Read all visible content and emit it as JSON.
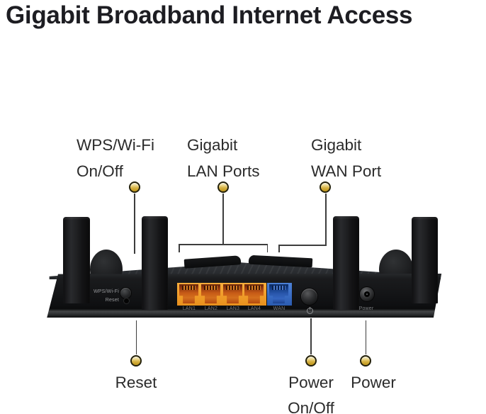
{
  "title": "Gigabit Broadband Internet Access",
  "colors": {
    "title_text": "#1d1d22",
    "callout_text": "#2b2b2b",
    "callout_dot_gold": "#d8b54a",
    "callout_line": "#3d3d3d",
    "lan_block_orange": "#f09d2a",
    "wan_block_blue": "#3a6cc4",
    "router_body_black": "#141517",
    "panel_label_gray": "#95979a"
  },
  "callouts_top": [
    {
      "id": "wps-wifi-on-off",
      "label_line1": "WPS/Wi-Fi",
      "label_line2": "On/Off"
    },
    {
      "id": "gigabit-lan-ports",
      "label_line1": "Gigabit",
      "label_line2": "LAN Ports"
    },
    {
      "id": "gigabit-wan-port",
      "label_line1": "Gigabit",
      "label_line2": "WAN Port"
    }
  ],
  "callouts_bottom": [
    {
      "id": "reset",
      "label_line1": "Reset",
      "label_line2": ""
    },
    {
      "id": "power-on-off",
      "label_line1": "Power",
      "label_line2": "On/Off"
    },
    {
      "id": "power",
      "label_line1": "Power",
      "label_line2": ""
    }
  ],
  "router": {
    "panel_labels": {
      "wps_button": "WPS/Wi-Fi",
      "reset_button": "Reset",
      "lan_ports": [
        "LAN1",
        "LAN2",
        "LAN3",
        "LAN4"
      ],
      "wan_port": "WAN",
      "power_jack": "Power"
    },
    "icons": {
      "power_button": "power-icon",
      "callout_marker": "gold-dot-icon"
    }
  }
}
